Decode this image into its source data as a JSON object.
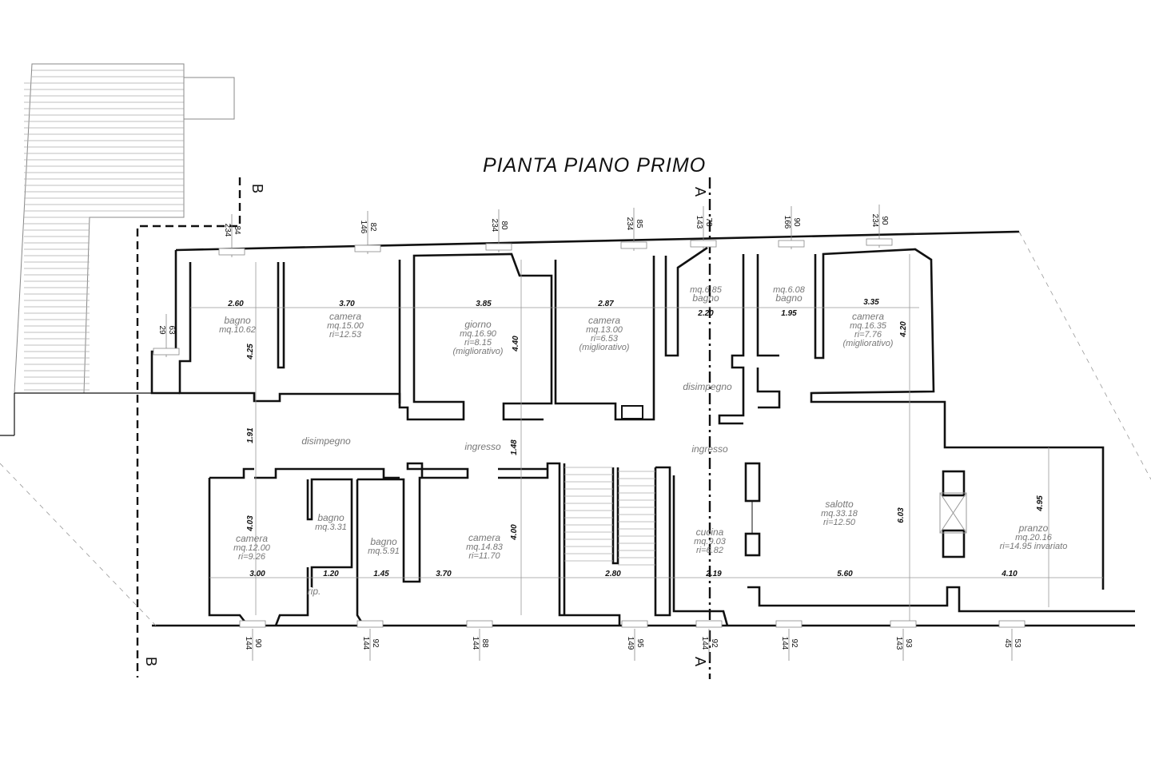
{
  "title": "PIANTA PIANO PRIMO",
  "section_markers": {
    "a": "A",
    "b": "B"
  },
  "rooms": [
    {
      "name": "bagno",
      "area": "mq.10.62"
    },
    {
      "name": "camera",
      "area": "mq.15.00",
      "ri": "ri=12.53"
    },
    {
      "name": "giorno",
      "area": "mq.16.90",
      "ri": "ri=8.15",
      "note": "(migliorativo)"
    },
    {
      "name": "camera",
      "area": "mq.13.00",
      "ri": "ri=6.53",
      "note": "(migliorativo)"
    },
    {
      "name": "bagno",
      "area": "mq.6.85"
    },
    {
      "name": "bagno",
      "area": "mq.6.08"
    },
    {
      "name": "camera",
      "area": "mq.16.35",
      "ri": "ri=7.76",
      "note": "(migliorativo)"
    },
    {
      "name": "disimpegno"
    },
    {
      "name": "ingresso"
    },
    {
      "name": "disimpegno"
    },
    {
      "name": "ingresso"
    },
    {
      "name": "camera",
      "area": "mq.12.00",
      "ri": "ri=9.26"
    },
    {
      "name": "bagno",
      "area": "mq.3.31"
    },
    {
      "name": "bagno",
      "area": "mq.5.91"
    },
    {
      "name": "camera",
      "area": "mq.14.83",
      "ri": "ri=11.70"
    },
    {
      "name": "rip."
    },
    {
      "name": "cucina",
      "area": "mq.9.03",
      "ri": "ri=6.82"
    },
    {
      "name": "salotto",
      "area": "mq.33.18",
      "ri": "ri=12.50"
    },
    {
      "name": "pranzo",
      "area": "mq.20.16",
      "ri": "ri=14.95  invariato"
    }
  ],
  "dimensions": [
    "2.60",
    "3.70",
    "3.85",
    "2.87",
    "2.20",
    "1.95",
    "3.35",
    "4.25",
    "4.40",
    "4.20",
    "1.91",
    "1.48",
    "4.03",
    "4.00",
    "6.03",
    "4.95",
    "3.00",
    "1.20",
    "1.45",
    "3.70",
    "2.80",
    "2.19",
    "5.60",
    "4.10"
  ],
  "windows": [
    {
      "w": "84",
      "h": "234"
    },
    {
      "w": "82",
      "h": "146"
    },
    {
      "w": "80",
      "h": "234"
    },
    {
      "w": "85",
      "h": "234"
    },
    {
      "w": "78",
      "h": "143"
    },
    {
      "w": "90",
      "h": "166"
    },
    {
      "w": "90",
      "h": "234"
    },
    {
      "w": "63",
      "h": "29"
    },
    {
      "w": "90",
      "h": "144"
    },
    {
      "w": "92",
      "h": "144"
    },
    {
      "w": "88",
      "h": "144"
    },
    {
      "w": "95",
      "h": "149"
    },
    {
      "w": "92",
      "h": "144"
    },
    {
      "w": "92",
      "h": "144"
    },
    {
      "w": "93",
      "h": "143"
    },
    {
      "w": "53",
      "h": "45"
    }
  ]
}
